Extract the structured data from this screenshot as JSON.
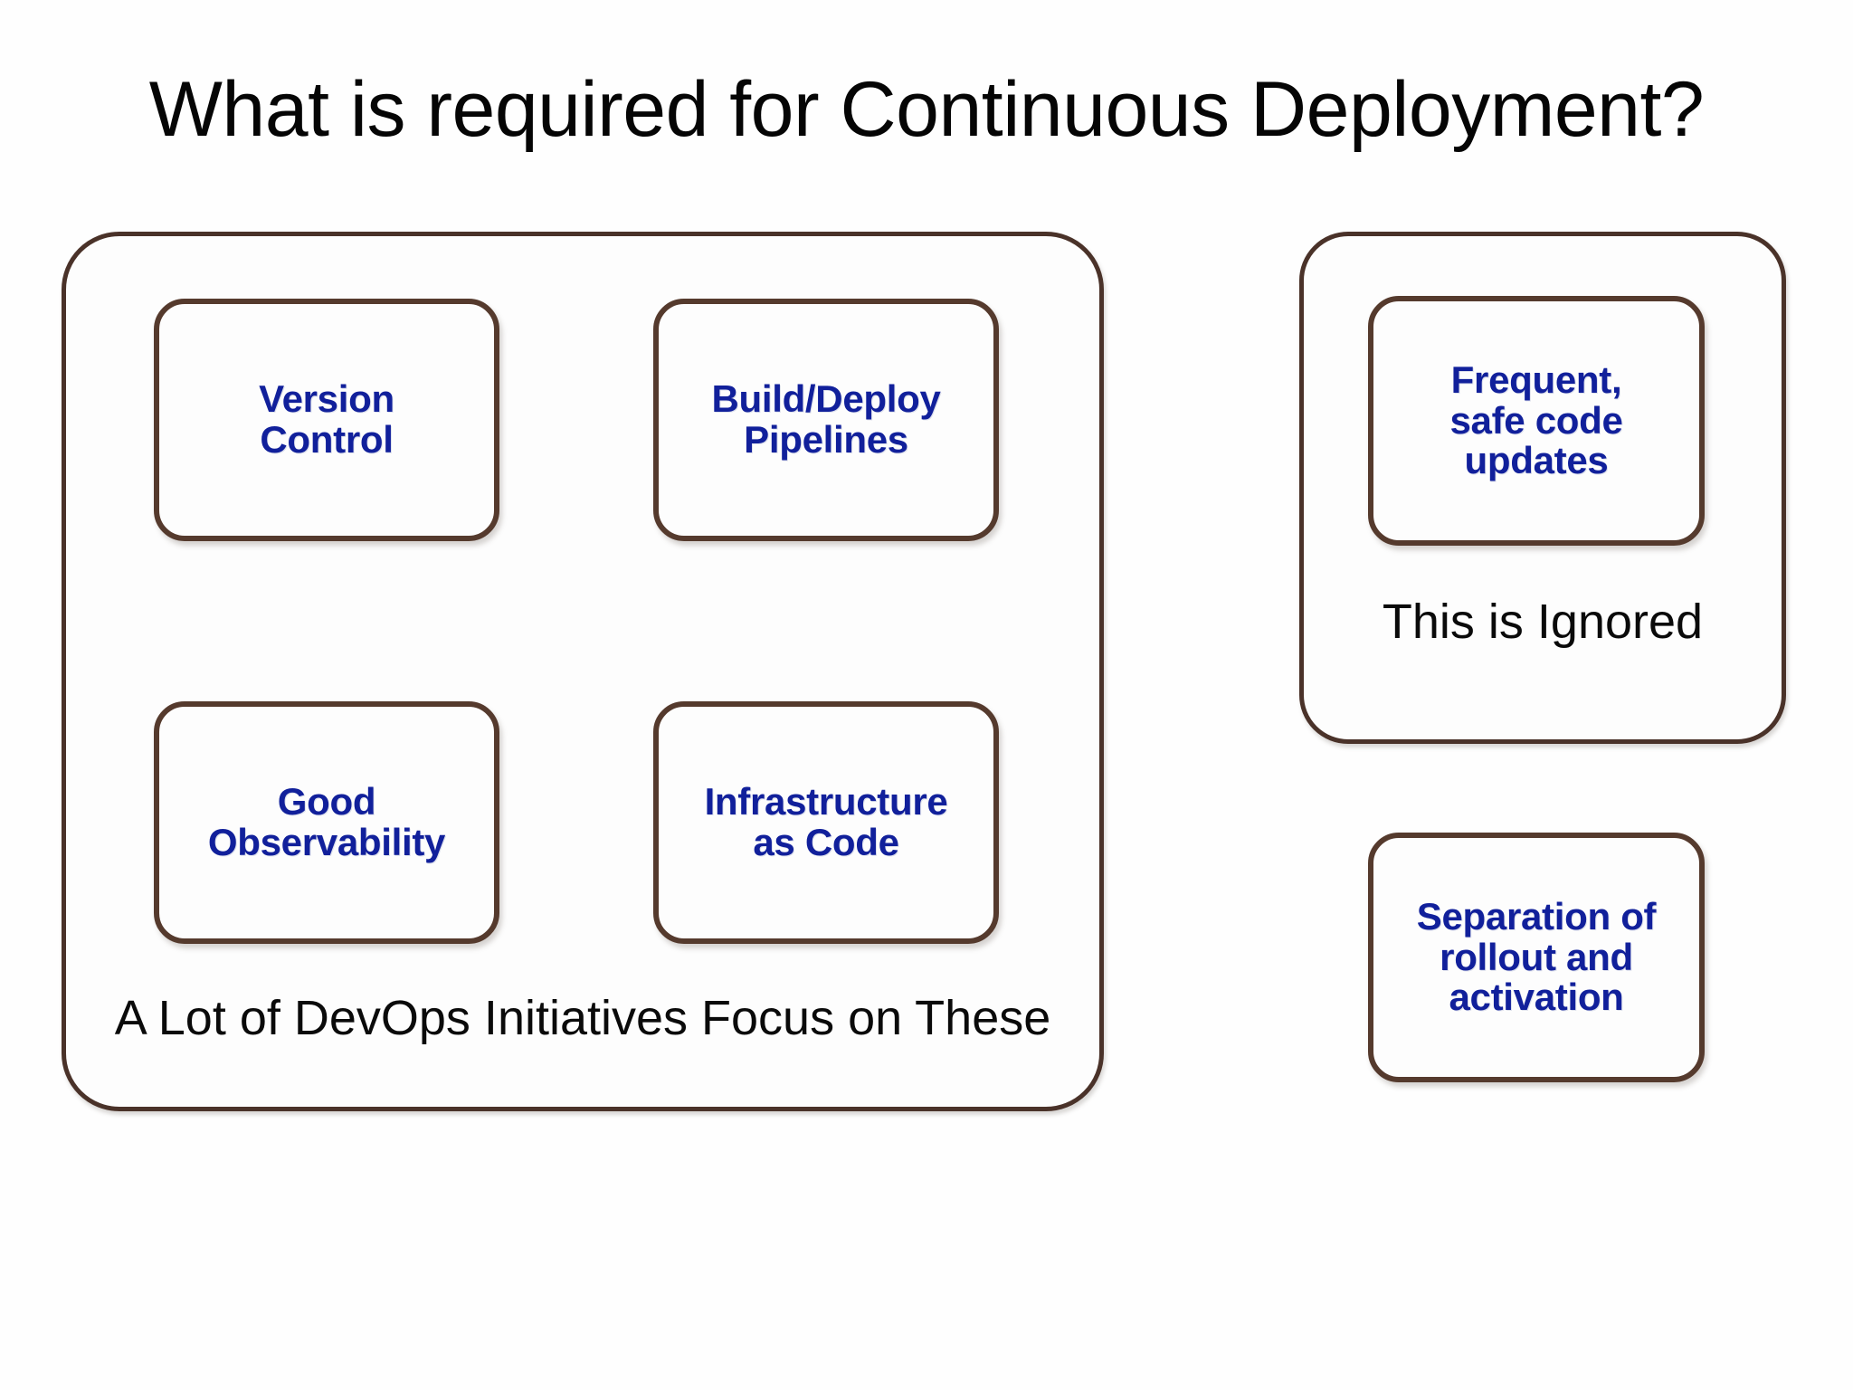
{
  "slide": {
    "title": "What is required for Continuous Deployment?",
    "background_color": "#fefefe"
  },
  "theme": {
    "box_border_color": "#553a2d",
    "group_border_color": "#4a3229",
    "card_text_color": "#11209b",
    "caption_text_color": "#0a0a0a",
    "title_text_color": "#050505"
  },
  "left_group": {
    "caption": "A Lot of DevOps Initiatives Focus on These",
    "cards": [
      {
        "label": "Version\nControl"
      },
      {
        "label": "Build/Deploy\nPipelines"
      },
      {
        "label": "Good\nObservability"
      },
      {
        "label": "Infrastructure\nas Code"
      }
    ]
  },
  "right_group": {
    "caption": "This is Ignored",
    "cards": [
      {
        "label": "Frequent,\nsafe code\nupdates"
      }
    ]
  },
  "standalone_cards": [
    {
      "label": "Separation of\nrollout and\nactivation"
    }
  ]
}
